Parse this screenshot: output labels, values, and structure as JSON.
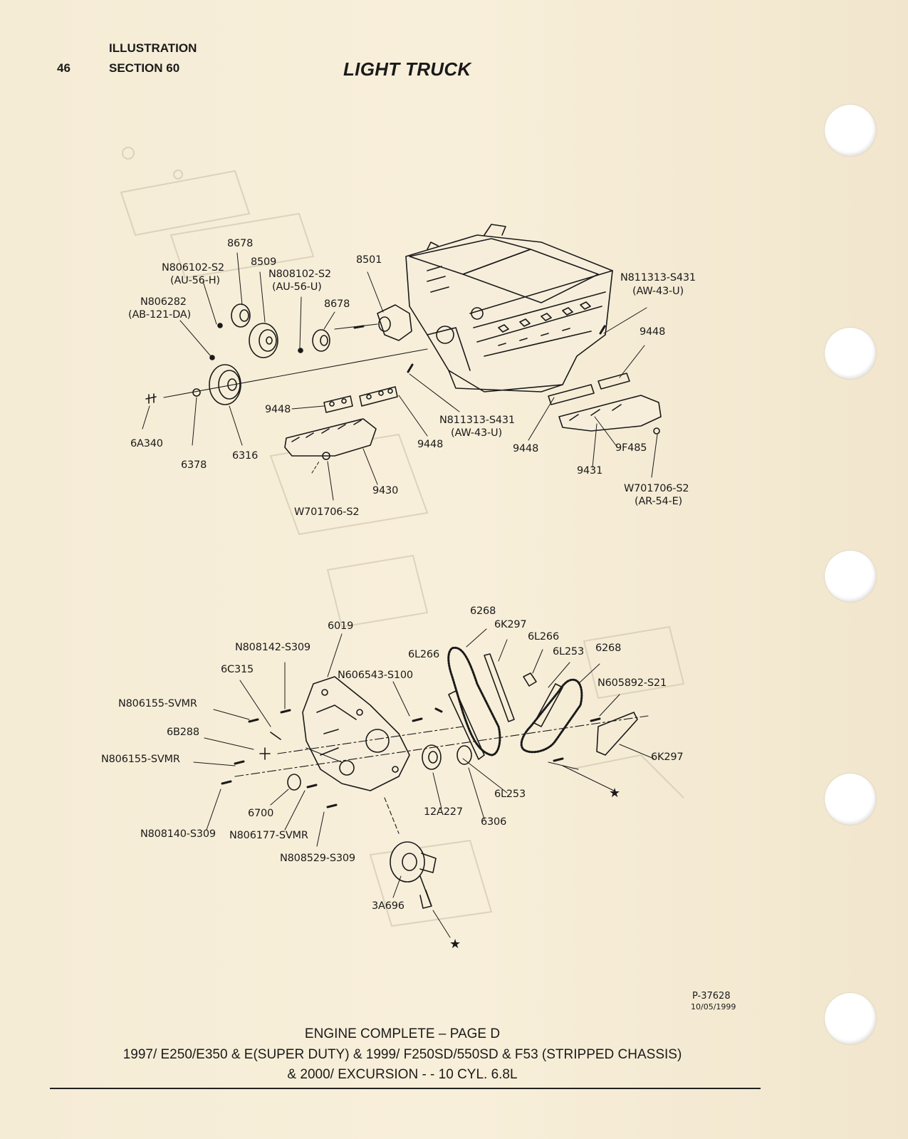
{
  "header": {
    "page_number": "46",
    "illustration_label": "ILLUSTRATION",
    "section_label": "SECTION 60",
    "title": "LIGHT TRUCK"
  },
  "diagram_upper": {
    "labels": {
      "l8678a": "8678",
      "l8509": "8509",
      "l8501": "8501",
      "lN806102": "N806102-S2",
      "lAU56H": "(AU-56-H)",
      "lN808102": "N808102-S2",
      "lAU56U": "(AU-56-U)",
      "lN806282": "N806282",
      "lAB121": "(AB-121-DA)",
      "l8678b": "8678",
      "lN811313a": "N811313-S431",
      "lAW43Ua": "(AW-43-U)",
      "l9448a": "9448",
      "l9448b": "9448",
      "lN811313b": "N811313-S431",
      "lAW43Ub": "(AW-43-U)",
      "l9448c": "9448",
      "l9448d": "9448",
      "l9F485": "9F485",
      "l9431": "9431",
      "lW701706a": "W701706-S2",
      "lAR54E": "(AR-54-E)",
      "l6A340": "6A340",
      "l6378": "6378",
      "l6316": "6316",
      "l9430": "9430",
      "lW701706b": "W701706-S2"
    }
  },
  "diagram_lower": {
    "labels": {
      "l6268a": "6268",
      "l6K297a": "6K297",
      "l6019": "6019",
      "l6L266a": "6L266",
      "lN808142": "N808142-S309",
      "l6L253a": "6L253",
      "l6268b": "6268",
      "l6L266b": "6L266",
      "l6C315": "6C315",
      "lN606543": "N606543-S100",
      "lN605892": "N605892-S21",
      "lN806155a": "N806155-SVMR",
      "l6B288": "6B288",
      "lN806155b": "N806155-SVMR",
      "l6K297b": "6K297",
      "l6L253b": "6L253",
      "l6700": "6700",
      "l12A227": "12A227",
      "l6306": "6306",
      "lN808140": "N808140-S309",
      "lN806177": "N806177-SVMR",
      "lN808529": "N808529-S309",
      "l3A696": "3A696",
      "star1": "★",
      "star2": "★"
    }
  },
  "footer": {
    "ref_number": "P-37628",
    "ref_date": "10/05/1999",
    "caption_line1": "ENGINE COMPLETE – PAGE D",
    "caption_line2": "1997/ E250/E350 & E(SUPER DUTY) & 1999/ F250SD/550SD & F53 (STRIPPED CHASSIS)",
    "caption_line3": "& 2000/ EXCURSION - - 10 CYL. 6.8L"
  },
  "colors": {
    "paper": "#f3ead4",
    "ink": "#1a1a1a",
    "bleed_through": "#c9bfa8"
  }
}
